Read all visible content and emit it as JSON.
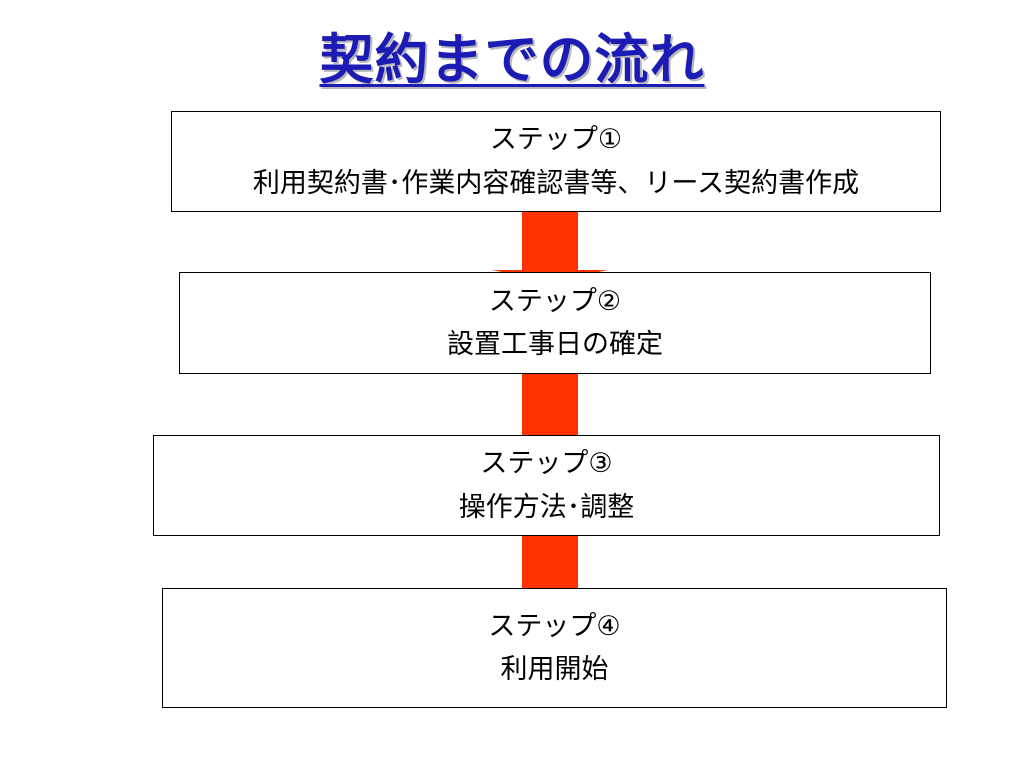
{
  "title": "契約までの流れ",
  "colors": {
    "title": "#1c1cb4",
    "arrow": "#ff3300",
    "border": "#000000"
  },
  "steps": [
    {
      "label": "ステップ①",
      "text": "利用契約書･作業内容確認書等、リース契約書作成"
    },
    {
      "label": "ステップ②",
      "text": "設置工事日の確定"
    },
    {
      "label": "ステップ③",
      "text": "操作方法･調整"
    },
    {
      "label": "ステップ④",
      "text": "利用開始"
    }
  ]
}
